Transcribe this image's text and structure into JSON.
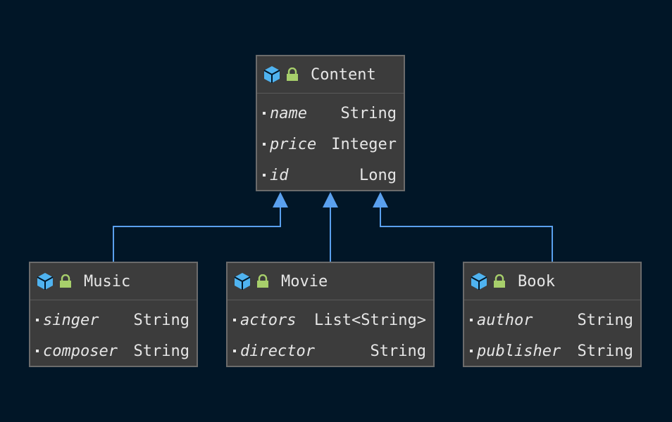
{
  "colors": {
    "background": "#011627",
    "class_fill": "#3c3c3c",
    "class_border": "#6b6b6b",
    "text": "#e6e6e6",
    "class_icon": "#4fb3f0",
    "lock_icon": "#a7cf6b",
    "edge": "#5aa0ee"
  },
  "classes": {
    "content": {
      "name": "Content",
      "icon": "cube-icon",
      "visibility_icon": "lock-icon",
      "attributes": [
        {
          "name": "name",
          "type": "String"
        },
        {
          "name": "price",
          "type": "Integer"
        },
        {
          "name": "id",
          "type": "Long"
        }
      ]
    },
    "music": {
      "name": "Music",
      "icon": "cube-icon",
      "visibility_icon": "lock-icon",
      "attributes": [
        {
          "name": "singer",
          "type": "String"
        },
        {
          "name": "composer",
          "type": "String"
        }
      ]
    },
    "movie": {
      "name": "Movie",
      "icon": "cube-icon",
      "visibility_icon": "lock-icon",
      "attributes": [
        {
          "name": "actors",
          "type": "List<String>"
        },
        {
          "name": "director",
          "type": "String"
        }
      ]
    },
    "book": {
      "name": "Book",
      "icon": "cube-icon",
      "visibility_icon": "lock-icon",
      "attributes": [
        {
          "name": "author",
          "type": "String"
        },
        {
          "name": "publisher",
          "type": "String"
        }
      ]
    }
  },
  "relations": [
    {
      "from": "music",
      "to": "content",
      "kind": "inheritance"
    },
    {
      "from": "movie",
      "to": "content",
      "kind": "inheritance"
    },
    {
      "from": "book",
      "to": "content",
      "kind": "inheritance"
    }
  ]
}
